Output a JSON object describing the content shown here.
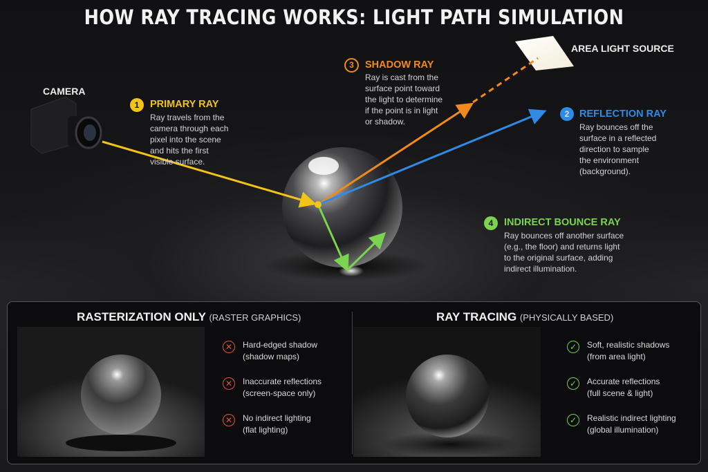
{
  "title": "HOW RAY TRACING WORKS: LIGHT PATH SIMULATION",
  "labels": {
    "camera": "CAMERA",
    "area_light": "AREA LIGHT SOURCE"
  },
  "rays": {
    "primary": {
      "number": "1",
      "title": "PRIMARY RAY",
      "color": "#f2c418",
      "lines": [
        "Ray travels from the",
        "camera through each",
        "pixel into the scene",
        "and hits the first",
        "visible surface."
      ]
    },
    "shadow": {
      "number": "3",
      "title": "SHADOW RAY",
      "color": "#f08a1c",
      "lines": [
        "Ray is cast from the",
        "surface point toward",
        "the light to determine",
        "if the point is in light",
        "or shadow."
      ]
    },
    "reflection": {
      "number": "2",
      "title": "REFLECTION RAY",
      "color": "#2e8be6",
      "lines": [
        "Ray bounces off the",
        "surface in a reflected",
        "direction to sample",
        "the environment",
        "(background)."
      ]
    },
    "indirect": {
      "number": "4",
      "title": "INDIRECT BOUNCE RAY",
      "color": "#7bd44f",
      "lines": [
        "Ray bounces off another surface",
        "(e.g., the floor) and returns light",
        "to the original surface, adding",
        "indirect illumination."
      ]
    }
  },
  "comparison": {
    "raster": {
      "title": "RASTERIZATION ONLY",
      "subtitle": "(RASTER GRAPHICS)",
      "icon": "cross-icon",
      "status_color": "#e0533d",
      "bullets": [
        [
          "Hard-edged shadow",
          "(shadow maps)"
        ],
        [
          "Inaccurate reflections",
          "(screen-space only)"
        ],
        [
          "No indirect lighting",
          "(flat lighting)"
        ]
      ]
    },
    "raytracing": {
      "title": "RAY TRACING",
      "subtitle": "(PHYSICALLY BASED)",
      "icon": "check-icon",
      "status_color": "#6fcf4a",
      "bullets": [
        [
          "Soft, realistic shadows",
          "(from area light)"
        ],
        [
          "Accurate reflections",
          "(full scene & light)"
        ],
        [
          "Realistic indirect lighting",
          "(global illumination)"
        ]
      ]
    }
  }
}
